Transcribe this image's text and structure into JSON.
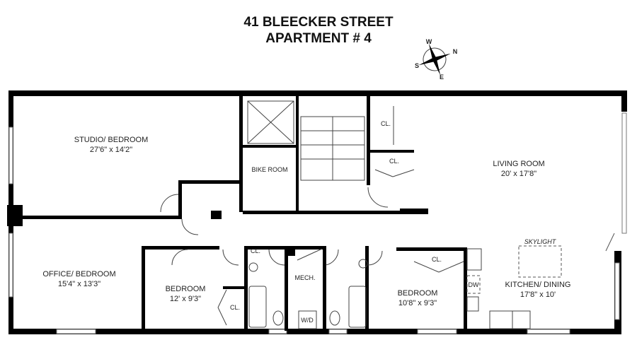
{
  "title": {
    "line1": "41 BLEECKER STREET",
    "line2": "APARTMENT # 4"
  },
  "compass": {
    "n": "N",
    "s": "S",
    "e": "E",
    "w": "W"
  },
  "rooms": {
    "studio": {
      "name": "STUDIO/ BEDROOM",
      "dims": "27'6\" x 14'2\""
    },
    "office": {
      "name": "OFFICE/ BEDROOM",
      "dims": "15'4\" x 13'3\""
    },
    "bedroom1": {
      "name": "BEDROOM",
      "dims": "12' x 9'3\""
    },
    "bedroom2": {
      "name": "BEDROOM",
      "dims": "10'8\" x 9'3\""
    },
    "living": {
      "name": "LIVING ROOM",
      "dims": "20' x 17'8\""
    },
    "kitchen": {
      "name": "KITCHEN/ DINING",
      "dims": "17'8\" x 10'"
    },
    "bike": {
      "name": "BIKE ROOM"
    },
    "mech": {
      "name": "MECH."
    }
  },
  "labels": {
    "closet": "CL.",
    "skylight": "SKYLIGHT",
    "dishwasher": "DW",
    "washer_dryer": "W/D"
  }
}
